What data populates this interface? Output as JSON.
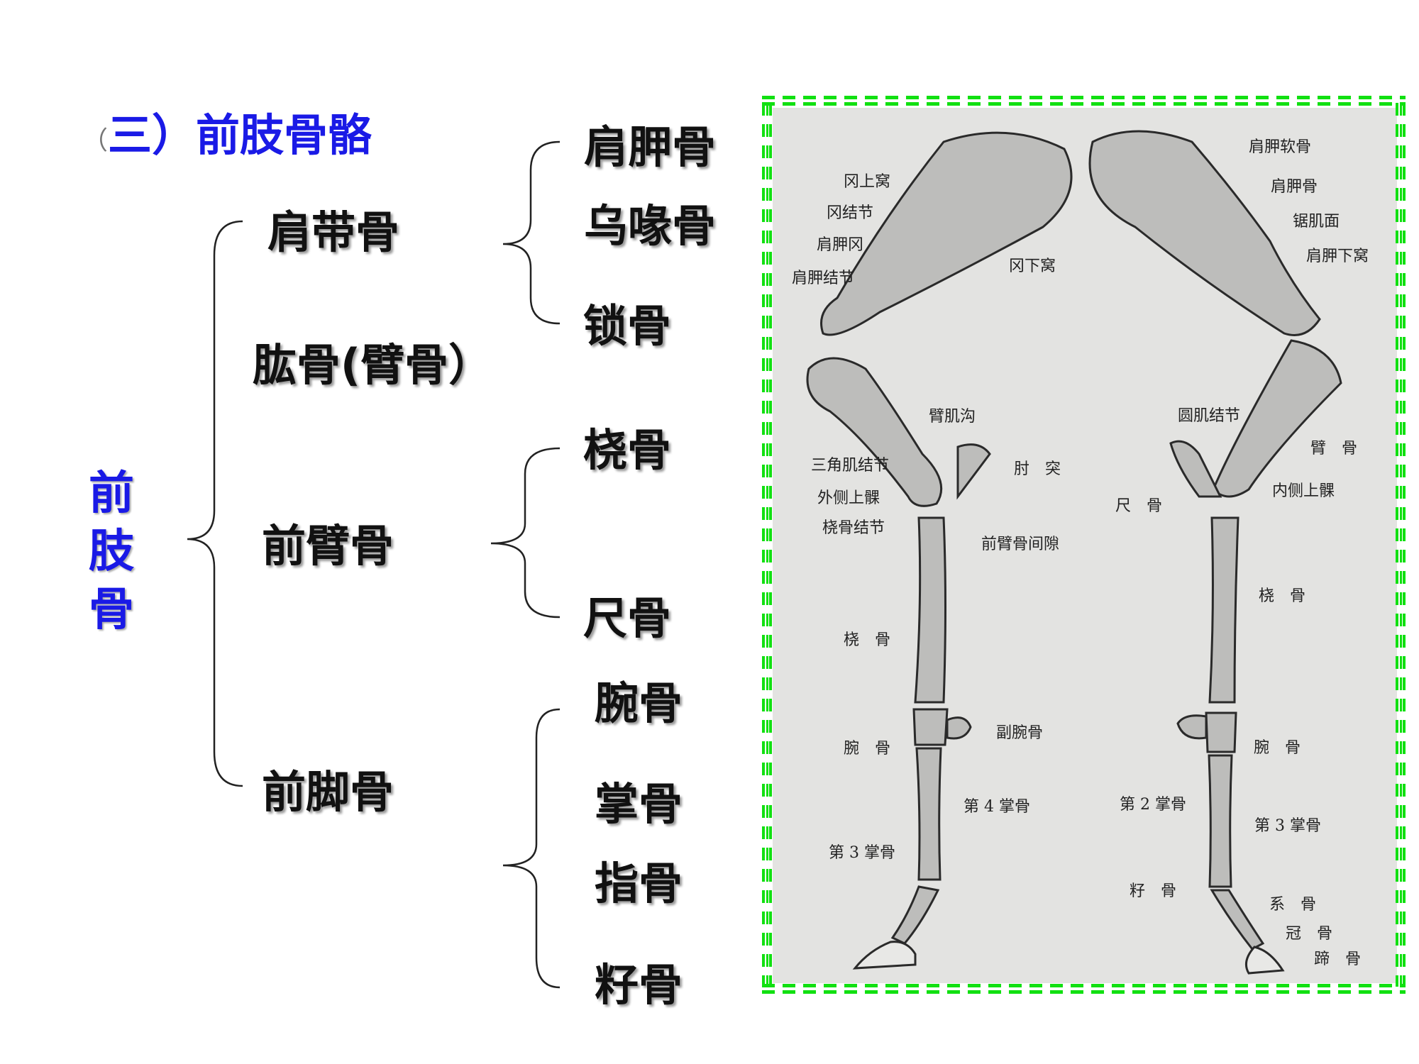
{
  "title": {
    "paren_open": "（",
    "text": "三）前肢骨骼"
  },
  "root": {
    "chars": [
      "前",
      "肢",
      "骨"
    ]
  },
  "groups": [
    {
      "label": "肩带骨",
      "children": [
        "肩胛骨",
        "乌喙骨",
        "锁骨"
      ]
    },
    {
      "label": "肱骨(臂骨）",
      "children": []
    },
    {
      "label": "前臂骨",
      "children": [
        "桡骨",
        "尺骨"
      ]
    },
    {
      "label": "前脚骨",
      "children": [
        "腕骨",
        "掌骨",
        "指骨",
        "籽骨"
      ]
    }
  ],
  "diagram": {
    "lateral_labels": [
      "冈上窝",
      "冈结节",
      "肩胛冈",
      "肩胛结节",
      "冈下窝",
      "臂肌沟",
      "三角肌结节",
      "肘　突",
      "外侧上髁",
      "桡骨结节",
      "前臂骨间隙",
      "桡　骨",
      "副腕骨",
      "腕　骨",
      "第 4 掌骨",
      "第 3 掌骨"
    ],
    "medial_labels": [
      "肩胛软骨",
      "肩胛骨",
      "锯肌面",
      "肩胛下窝",
      "圆肌结节",
      "臂　骨",
      "内侧上髁",
      "尺　骨",
      "桡　骨",
      "腕　骨",
      "第 2 掌骨",
      "第 3 掌骨",
      "籽　骨",
      "系　骨",
      "冠　骨",
      "蹄　骨"
    ]
  },
  "colors": {
    "heading": "#1a1ae6",
    "border": "#11e011",
    "panel_bg": "#e3e3e1"
  }
}
